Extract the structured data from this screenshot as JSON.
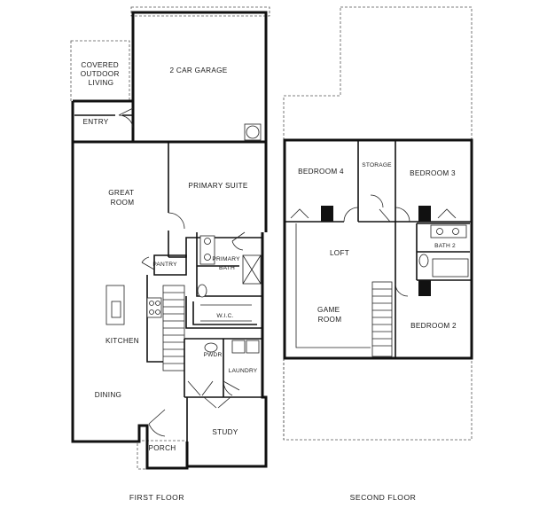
{
  "first_floor": {
    "caption": "FIRST FLOOR",
    "rooms": {
      "covered_outdoor_living": [
        "COVERED",
        "OUTDOOR",
        "LIVING"
      ],
      "garage": "2 CAR GARAGE",
      "entry": "ENTRY",
      "great_room": [
        "GREAT",
        "ROOM"
      ],
      "primary_suite": "PRIMARY SUITE",
      "pantry": "PANTRY",
      "primary_bath": [
        "PRIMARY",
        "BATH"
      ],
      "wic": "W.I.C.",
      "kitchen": "KITCHEN",
      "pwdr": "PWDR",
      "laundry": "LAUNDRY",
      "dining": "DINING",
      "porch": "PORCH",
      "study": "STUDY"
    }
  },
  "second_floor": {
    "caption": "SECOND FLOOR",
    "rooms": {
      "bedroom4": "BEDROOM 4",
      "storage": "STORAGE",
      "bedroom3": "BEDROOM 3",
      "loft": "LOFT",
      "bath2": "BATH 2",
      "game_room": [
        "GAME",
        "ROOM"
      ],
      "bedroom2": "BEDROOM 2"
    }
  }
}
